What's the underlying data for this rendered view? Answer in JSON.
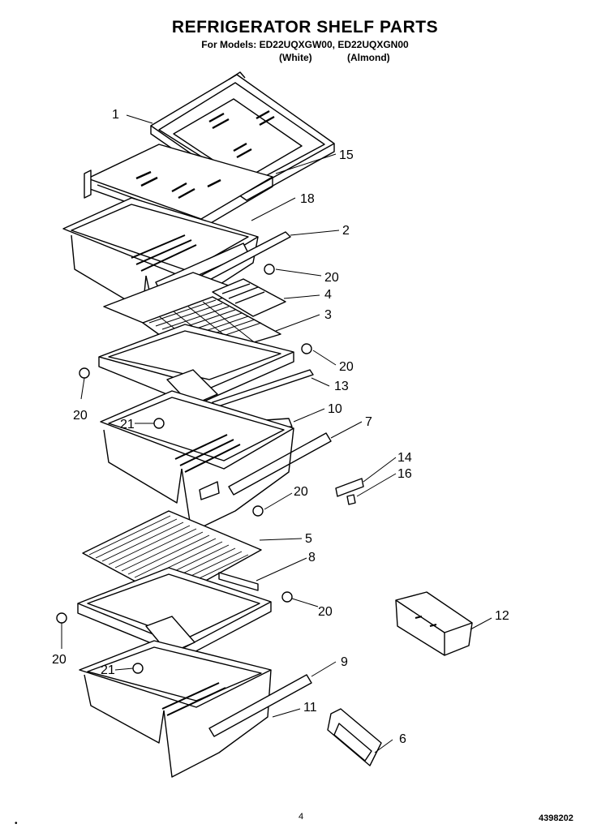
{
  "header": {
    "title": "REFRIGERATOR SHELF PARTS",
    "models": "For Models: ED22UQXGW00, ED22UQXGN00",
    "color1": "(White)",
    "color2": "(Almond)"
  },
  "callouts": {
    "c1": "1",
    "c15": "15",
    "c18": "18",
    "c2": "2",
    "c20a": "20",
    "c4": "4",
    "c3": "3",
    "c20b": "20",
    "c20c": "20",
    "c13": "13",
    "c10": "10",
    "c7": "7",
    "c21a": "21",
    "c14": "14",
    "c16": "16",
    "c20d": "20",
    "c5": "5",
    "c8": "8",
    "c20e": "20",
    "c12": "12",
    "c20f": "20",
    "c9": "9",
    "c21b": "21",
    "c11": "11",
    "c6": "6"
  },
  "footer": {
    "page": "4",
    "doc_number": "4398202",
    "mark": "•"
  }
}
